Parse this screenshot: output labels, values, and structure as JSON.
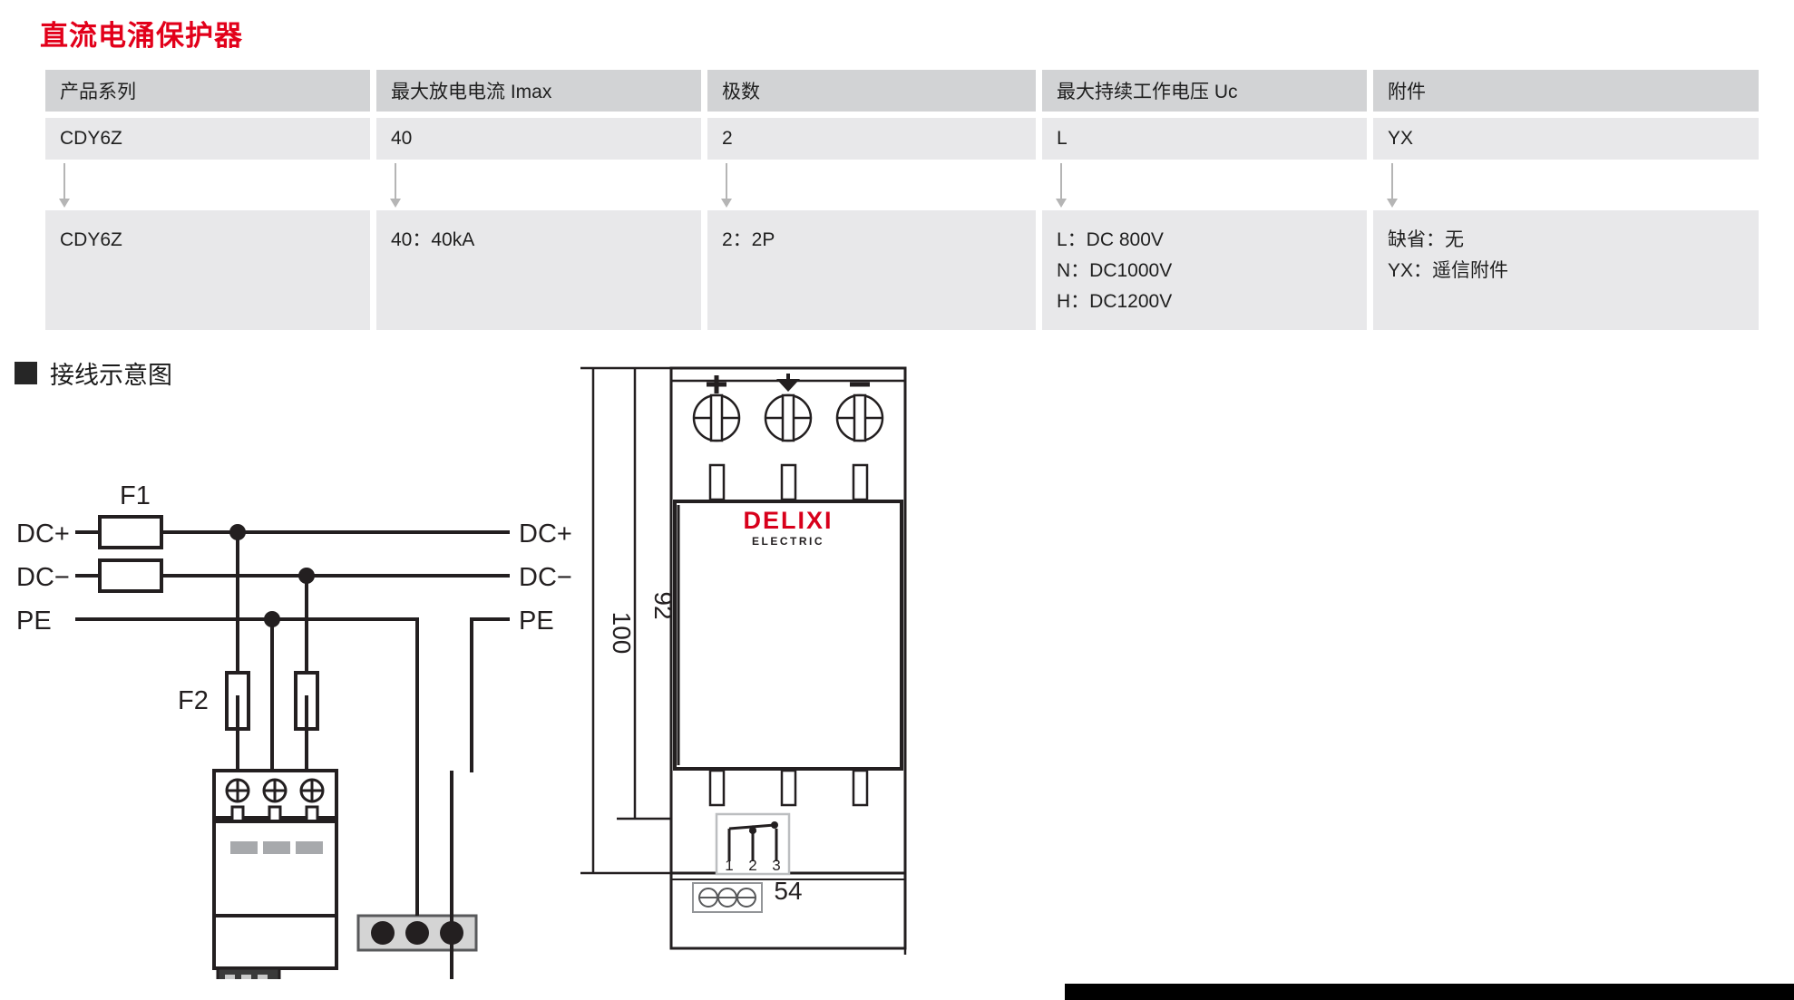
{
  "page": {
    "title": "直流电涌保护器",
    "title_color": "#e2001a"
  },
  "naming_table": {
    "headers": [
      "产品系列",
      "最大放电电流 Imax",
      "极数",
      "最大持续工作电压 Uc",
      "附件"
    ],
    "codes": [
      "CDY6Z",
      "40",
      "2",
      "L",
      "YX"
    ],
    "descriptions": [
      [
        "CDY6Z"
      ],
      [
        "40：40kA"
      ],
      [
        "2：2P"
      ],
      [
        "L：DC 800V",
        "N：DC1000V",
        "H：DC1200V"
      ],
      [
        "缺省：无",
        "YX：遥信附件"
      ]
    ]
  },
  "section": {
    "marker": "square-marker",
    "label": "接线示意图"
  },
  "wiring_diagram": {
    "fuse_labels": [
      "F1",
      "F2"
    ],
    "left_terminals": [
      "DC+",
      "DC−",
      "PE"
    ],
    "right_terminals": [
      "DC+",
      "DC−",
      "PE"
    ],
    "ground_label": "PE",
    "device_terminal_icon": "screw-terminal-icon",
    "ground_icon": "earth-ground-icon"
  },
  "product_drawing": {
    "brand": "DELIXI",
    "brand_sub": "ELECTRIC",
    "brand_color": "#d8001b",
    "top_terminal_marks": [
      "+",
      "earth",
      "−"
    ],
    "dimensions": {
      "height_outer": "100",
      "height_inner": "92",
      "width": "54"
    },
    "contact_terminals": [
      "1",
      "2",
      "3"
    ],
    "contact_icon": "changeover-contact-icon",
    "bottom_terminal_icon": "screw-slot-icon"
  }
}
